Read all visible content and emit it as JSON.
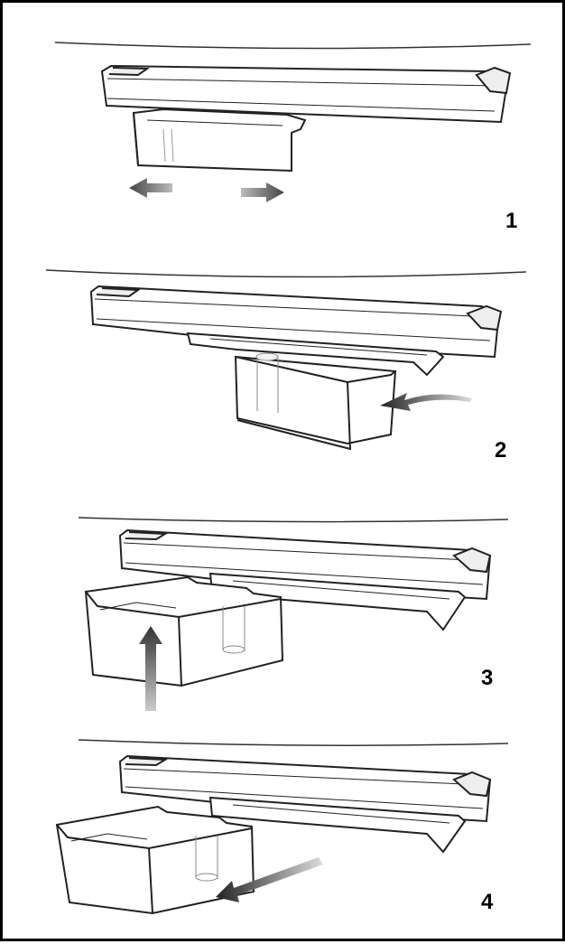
{
  "steps": [
    {
      "label": "1"
    },
    {
      "label": "2"
    },
    {
      "label": "3"
    },
    {
      "label": "4"
    }
  ],
  "colors": {
    "outline": "#222222",
    "arrow": "#555555",
    "background": "#ffffff"
  }
}
